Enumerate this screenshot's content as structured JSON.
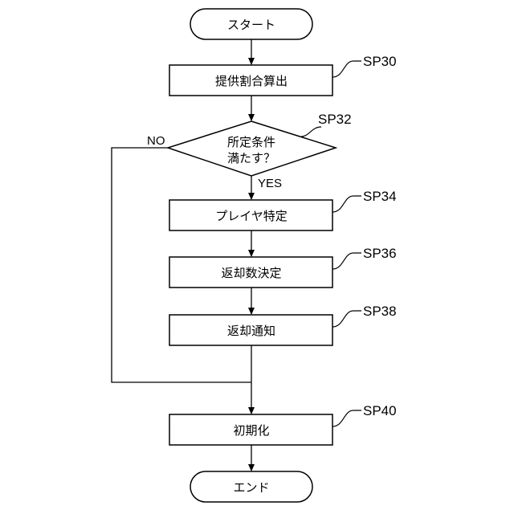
{
  "flowchart": {
    "start": "スタート",
    "end": "エンド",
    "nodes": [
      {
        "id": "calc",
        "text": "提供割合算出",
        "step": "SP30"
      },
      {
        "id": "decision",
        "line1": "所定条件",
        "line2": "満たす？",
        "step": "SP32"
      },
      {
        "id": "identify",
        "text": "プレイヤ特定",
        "step": "SP34"
      },
      {
        "id": "decide",
        "text": "返却数決定",
        "step": "SP36"
      },
      {
        "id": "notify",
        "text": "返却通知",
        "step": "SP38"
      },
      {
        "id": "init",
        "text": "初期化",
        "step": "SP40"
      }
    ],
    "yes_label": "YES",
    "no_label": "NO"
  }
}
